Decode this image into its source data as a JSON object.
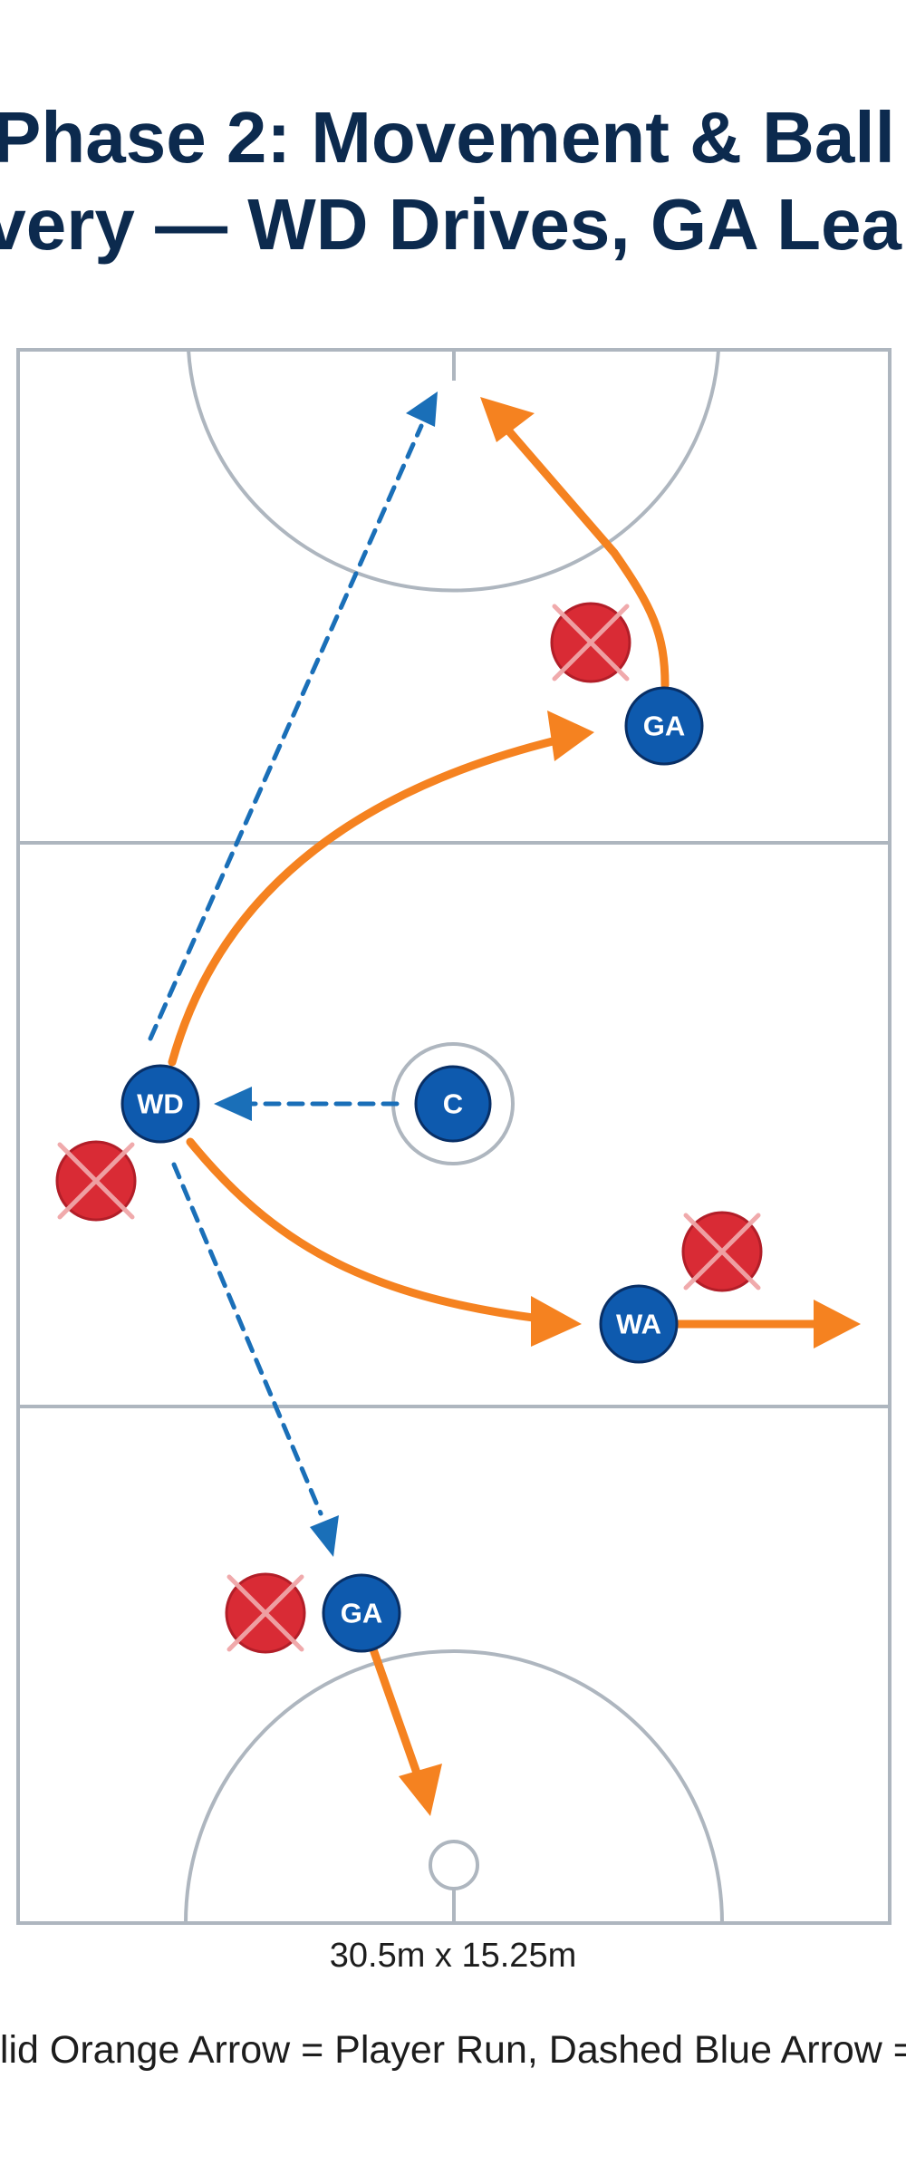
{
  "title": {
    "line1": "Phase 2: Movement & Ball",
    "line2": "ivery — WD Drives, GA Lea"
  },
  "players": {
    "ga_top": "GA",
    "wd": "WD",
    "c": "C",
    "wa": "WA",
    "ga_bottom": "GA"
  },
  "dimensions": "30.5m x 15.25m",
  "legend": "olid Orange Arrow = Player Run, Dashed Blue Arrow =",
  "colors": {
    "run": "#f58220",
    "pass": "#1a6fb8",
    "attacker": "#0e5aae",
    "defender": "#d92b35",
    "court_lines": "#aeb6bf",
    "title": "#0c2a4e"
  }
}
